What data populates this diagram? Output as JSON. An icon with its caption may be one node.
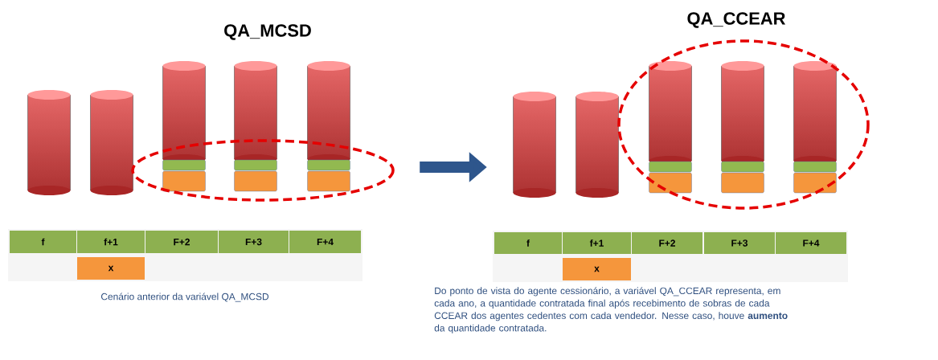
{
  "diagram": {
    "nodes": [
      {
        "text": [],
        "shape": "picture"
      },
      {
        "text": [],
        "shape": "picture"
      }
    ],
    "edges": [
      {
        "from": 0,
        "to": 1,
        "arrow": "to"
      }
    ],
    "labels": [
      "QA_MCSD",
      "QA_CCEAR",
      "f",
      "f+1",
      "F+2",
      "F+3",
      "F+4",
      "x",
      "f",
      "f+1",
      "F+2",
      "F+3",
      "F+4",
      "x",
      "Cenário anterior da variável QA_MCSD",
      "Do ponto de vista do agente cessionário, a variável QA_CCEAR representa, em cada ano, a quantidade contratada final após recebimento de sobras de cada CCEAR dos agentes cedentes com cada vendedor. Nesse caso, houve **aumento** da quantidade contratada."
    ]
  }
}
